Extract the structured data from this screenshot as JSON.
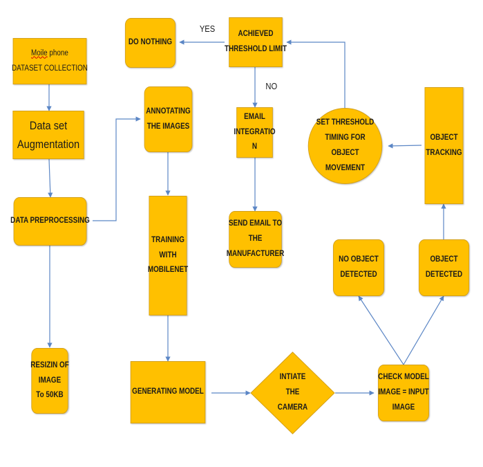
{
  "colors": {
    "node_fill": "#FFC000",
    "node_border": "#D4A017",
    "edge": "#5B86C5"
  },
  "nodes": {
    "mobile_dataset": {
      "line1_word1": "Moile",
      "line1_rest": " phone",
      "line2": "DATASET COLLECTION"
    },
    "augmentation": {
      "lines": [
        "Data set",
        "Augmentation"
      ]
    },
    "preprocessing": {
      "lines": [
        "DATA PREPROCESSING"
      ]
    },
    "resizing": {
      "lines": [
        "RESIZIN OF",
        "IMAGE",
        "To 50KB"
      ]
    },
    "annotating": {
      "lines": [
        "ANNOTATING",
        "THE IMAGES"
      ]
    },
    "training": {
      "lines": [
        "TRAINING",
        "WITH",
        "MOBILENET"
      ]
    },
    "generating": {
      "lines": [
        "GENERATING MODEL"
      ]
    },
    "camera": {
      "lines": [
        "INTIATE",
        "THE",
        "CAMERA"
      ]
    },
    "check_model": {
      "lines": [
        "CHECK MODEL",
        "IMAGE = INPUT",
        "IMAGE"
      ]
    },
    "no_object": {
      "lines": [
        "NO OBJECT",
        "DETECTED"
      ]
    },
    "object_detected": {
      "lines": [
        "OBJECT",
        "DETECTED"
      ]
    },
    "object_tracking": {
      "lines": [
        "OBJECT",
        "TRACKING"
      ]
    },
    "set_threshold": {
      "lines": [
        "SET THRESHOLD",
        "TIMING FOR",
        "OBJECT",
        "MOVEMENT"
      ]
    },
    "achieved_threshold": {
      "lines": [
        "ACHIEVED",
        "THRESHOLD LIMIT"
      ]
    },
    "do_nothing": {
      "lines": [
        "DO NOTHING"
      ]
    },
    "email_integration": {
      "lines": [
        "EMAIL",
        "INTEGRATIO",
        "N"
      ]
    },
    "send_email": {
      "lines": [
        "SEND EMAIL TO",
        "THE",
        "MANUFACTURER"
      ]
    }
  },
  "edge_labels": {
    "yes": "YES",
    "no": "NO"
  }
}
